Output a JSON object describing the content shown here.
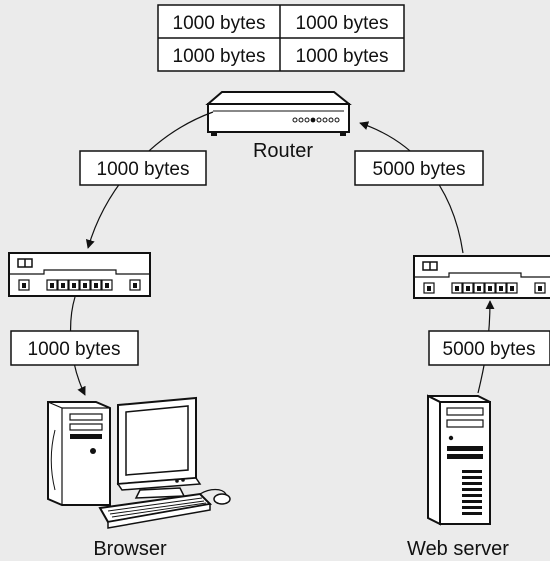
{
  "background": "#ebebeb",
  "packet_table": {
    "cells": [
      [
        "1000 bytes",
        "1000 bytes"
      ],
      [
        "1000 bytes",
        "1000 bytes"
      ]
    ]
  },
  "router": {
    "label": "Router"
  },
  "links": {
    "router_to_left_switch": "1000 bytes",
    "right_switch_to_router": "5000 bytes",
    "left_switch_to_browser": "1000 bytes",
    "server_to_right_switch": "5000 bytes"
  },
  "nodes": {
    "browser": {
      "label": "Browser",
      "icon": "desktop-computer-icon"
    },
    "web_server": {
      "label": "Web server",
      "icon": "tower-server-icon"
    },
    "left_switch": {
      "icon": "network-switch-icon"
    },
    "right_switch": {
      "icon": "network-switch-icon"
    }
  }
}
